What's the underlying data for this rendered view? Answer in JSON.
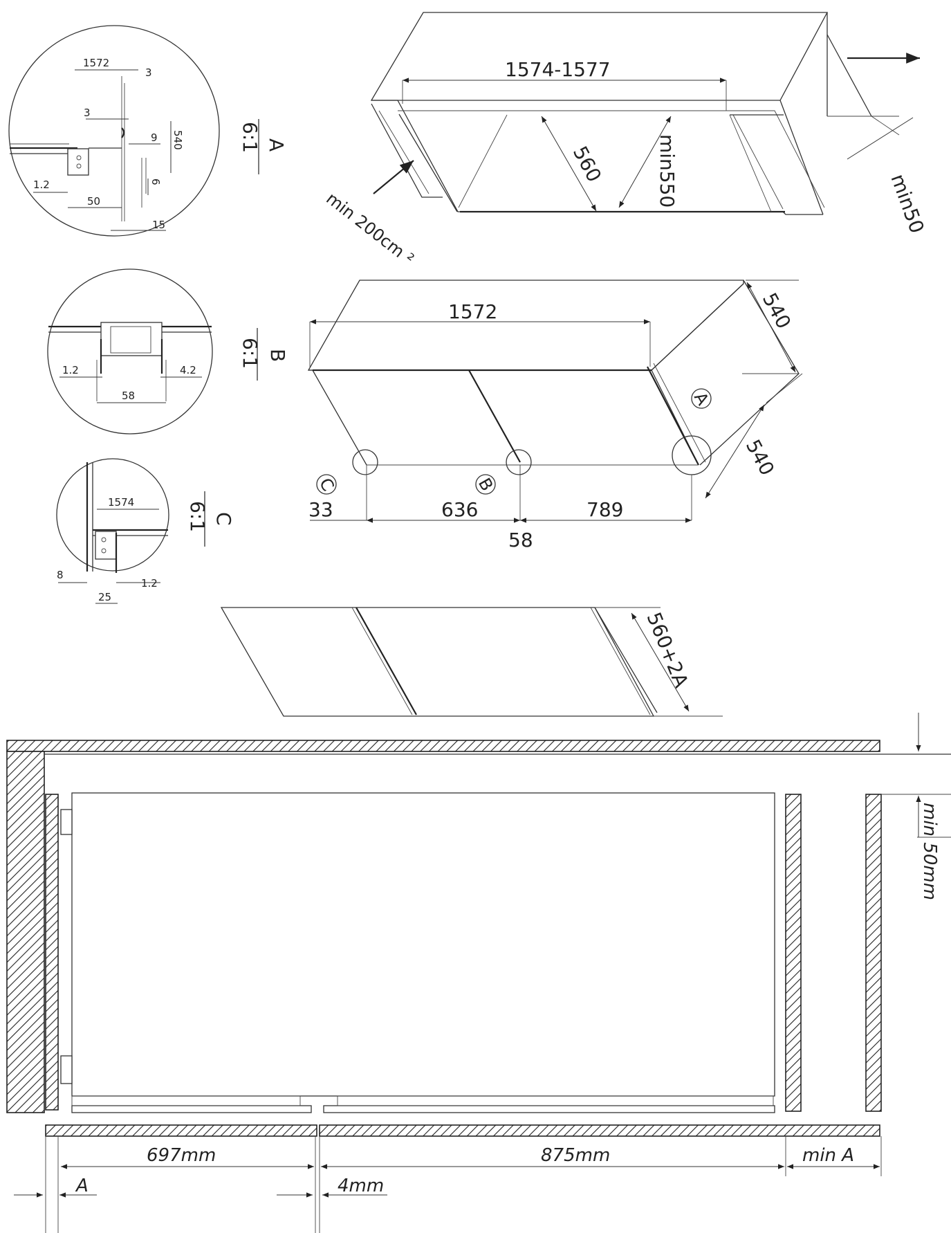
{
  "detail_a": {
    "title": "A",
    "scale": "6:1",
    "labels": [
      "1572",
      "3",
      "3",
      "540",
      "9",
      "1.2",
      "50",
      "6",
      "15"
    ]
  },
  "detail_b": {
    "title": "B",
    "scale": "6:1",
    "labels": [
      "1.2",
      "4.2",
      "58"
    ]
  },
  "detail_c": {
    "title": "C",
    "scale": "6:1",
    "labels": [
      "1574",
      "8",
      "1.2",
      "25"
    ]
  },
  "niche_view": {
    "width": "1574-1577",
    "depth": "560",
    "min_depth": "min550",
    "vent_gap": "min50",
    "vent_area": "min 200cm ²"
  },
  "appliance_view": {
    "width": "1572",
    "depth": "540",
    "height": "540",
    "callouts": [
      "A",
      "B",
      "C"
    ],
    "bottom_dims": [
      "33",
      "636",
      "789",
      "58"
    ]
  },
  "door_view": {
    "depth": "560+2A"
  },
  "plan_view": {
    "left_width": "697mm",
    "right_width": "875mm",
    "min_side": "min A",
    "offset_a": "A",
    "gap": "4mm",
    "min_gap": "min 50mm"
  }
}
